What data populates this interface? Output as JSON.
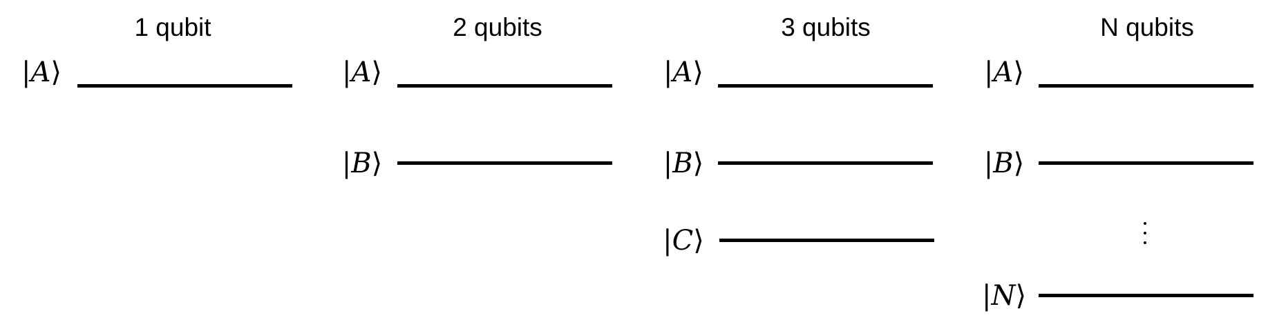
{
  "columns": [
    {
      "title": "1 qubit",
      "qubits": [
        {
          "label": "A"
        }
      ]
    },
    {
      "title": "2 qubits",
      "qubits": [
        {
          "label": "A"
        },
        {
          "label": "B"
        }
      ]
    },
    {
      "title": "3 qubits",
      "qubits": [
        {
          "label": "A"
        },
        {
          "label": "B"
        },
        {
          "label": "C"
        }
      ]
    },
    {
      "title": "N qubits",
      "qubits": [
        {
          "label": "A"
        },
        {
          "label": "B"
        },
        {
          "label": "N"
        }
      ],
      "ellipsis": "⋮"
    }
  ],
  "ket_left": "|",
  "ket_right": "⟩"
}
